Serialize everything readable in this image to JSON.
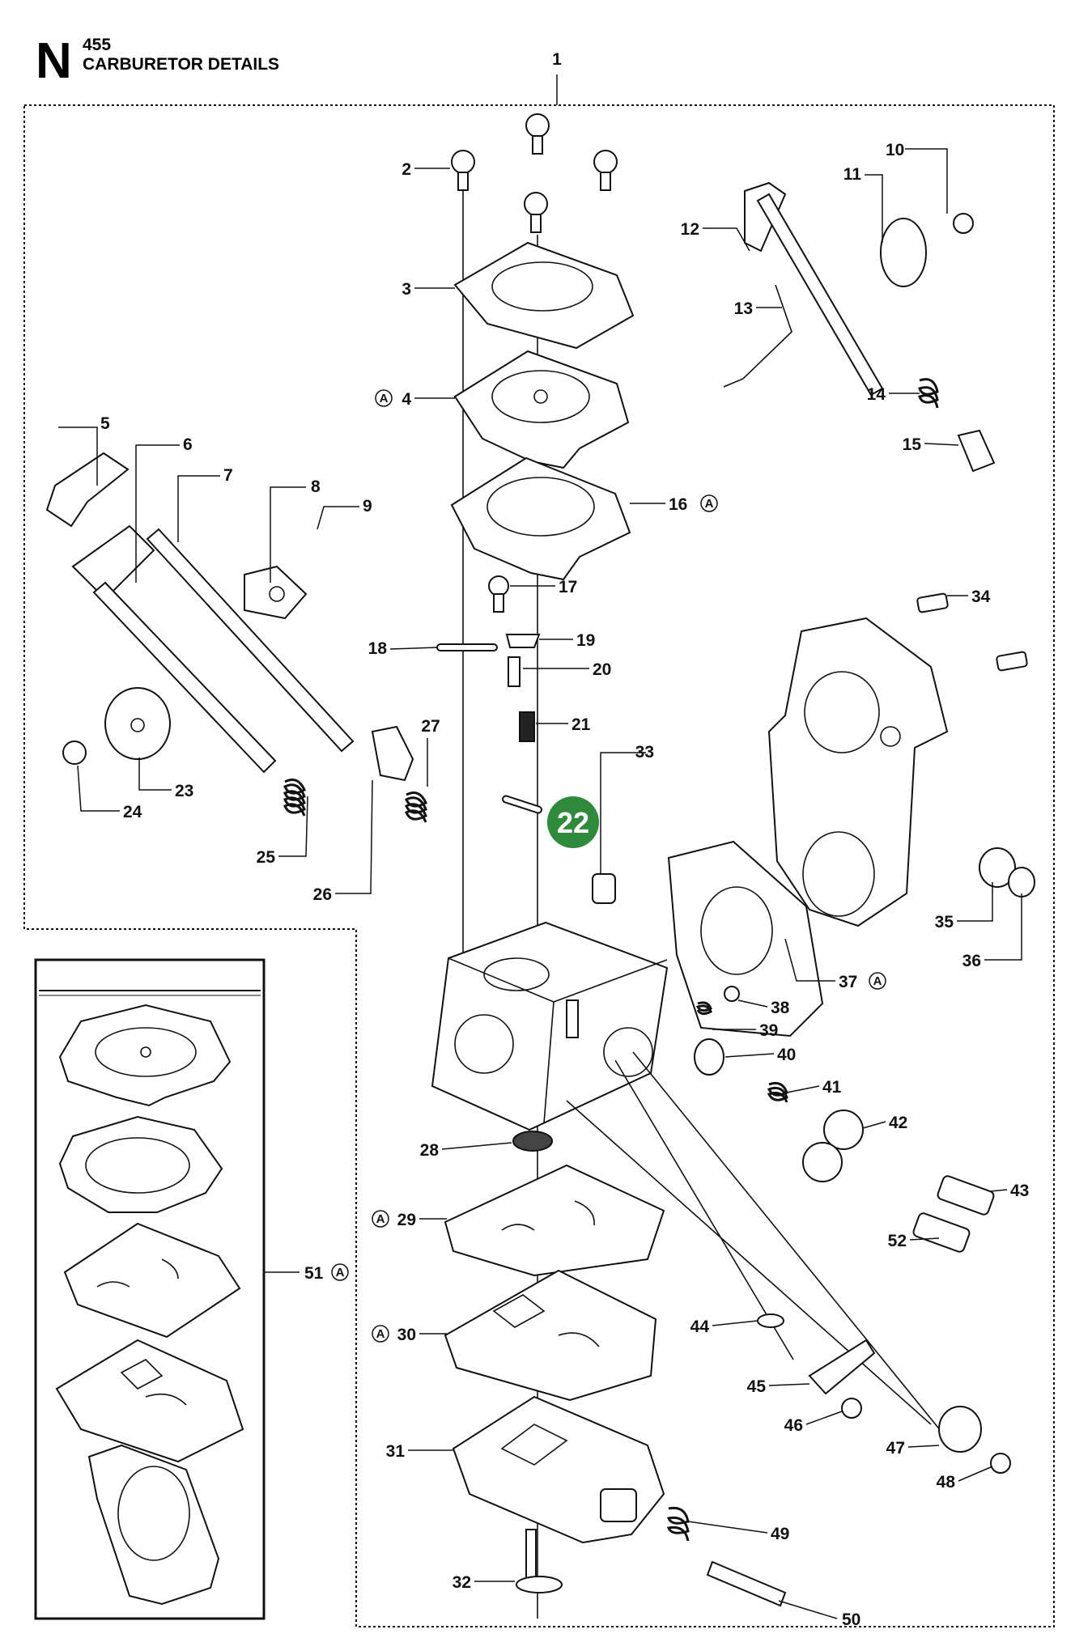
{
  "header": {
    "section_letter": "N",
    "model": "455",
    "title": "CARBURETOR DETAILS"
  },
  "colors": {
    "highlight": "#2e8b3a",
    "line": "#111111"
  },
  "circled_marker": "A",
  "callouts": {
    "c1": "1",
    "c2": "2",
    "c3": "3",
    "c4": "4",
    "c5": "5",
    "c6": "6",
    "c7": "7",
    "c8": "8",
    "c9": "9",
    "c10": "10",
    "c11": "11",
    "c12": "12",
    "c13": "13",
    "c14": "14",
    "c15": "15",
    "c16": "16",
    "c17": "17",
    "c18": "18",
    "c19": "19",
    "c20": "20",
    "c21": "21",
    "c22": "22",
    "c23": "23",
    "c24": "24",
    "c25": "25",
    "c26": "26",
    "c27": "27",
    "c28": "28",
    "c29": "29",
    "c30": "30",
    "c31": "31",
    "c32": "32",
    "c33": "33",
    "c34": "34",
    "c35": "35",
    "c36": "36",
    "c37": "37",
    "c38": "38",
    "c39": "39",
    "c40": "40",
    "c41": "41",
    "c42": "42",
    "c43": "43",
    "c44": "44",
    "c45": "45",
    "c46": "46",
    "c47": "47",
    "c48": "48",
    "c49": "49",
    "c50": "50",
    "c51": "51",
    "c52": "52"
  },
  "highlighted_part": "22"
}
